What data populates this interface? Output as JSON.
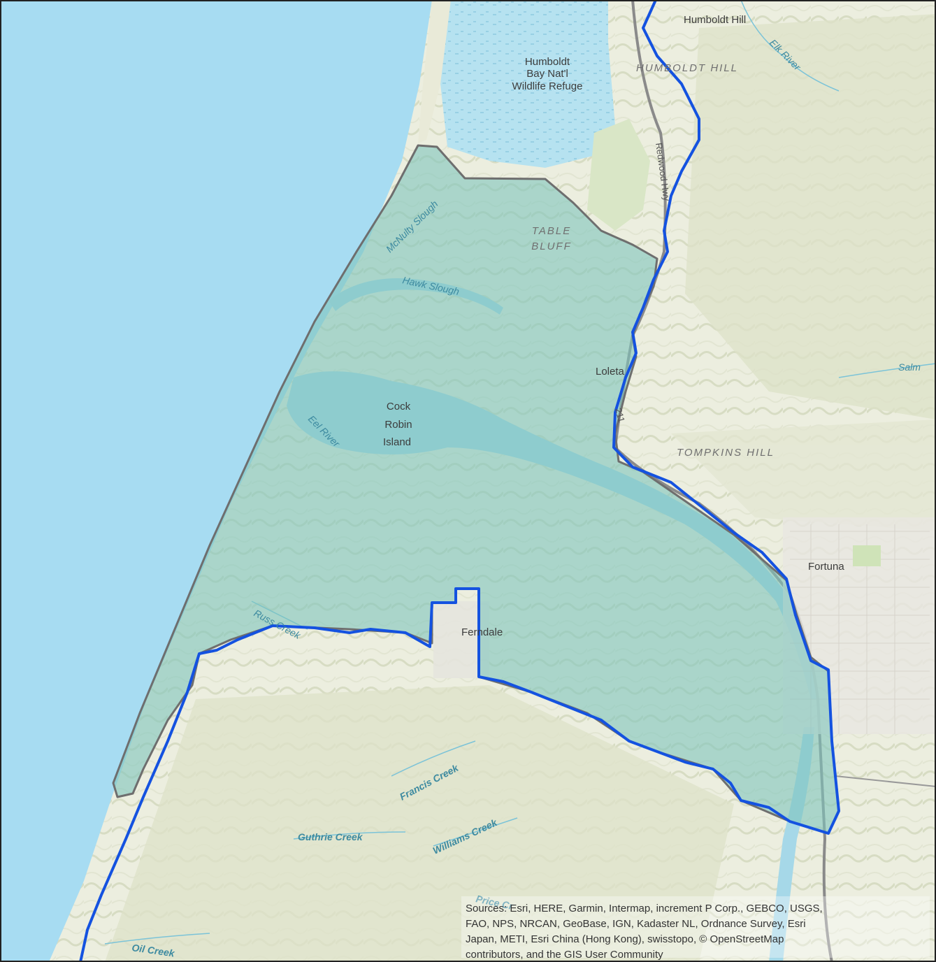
{
  "map": {
    "places": {
      "humboldt_hill_town": "Humboldt Hill",
      "refuge_line1": "Humboldt",
      "refuge_line2": "Bay Nat'l",
      "refuge_line3": "Wildlife Refuge",
      "loleta": "Loleta",
      "cock_robin_1": "Cock",
      "cock_robin_2": "Robin",
      "cock_robin_3": "Island",
      "fortuna": "Fortuna",
      "ferndale": "Ferndale"
    },
    "regions": {
      "humboldt_hill": "HUMBOLDT HILL",
      "table_bluff_1": "TABLE",
      "table_bluff_2": "BLUFF",
      "tompkins_hill": "TOMPKINS HILL"
    },
    "water": {
      "elk_river": "Elk River",
      "mcnulty_slough": "McNulty Slough",
      "hawk_slough": "Hawk Slough",
      "eel_river": "Eel River",
      "russ_creek": "Russ Creek",
      "francis_creek": "Francis Creek",
      "guthrie_creek": "Guthrie Creek",
      "williams_creek": "Williams Creek",
      "oil_creek": "Oil Creek",
      "salmon_partial": "Salm",
      "price_creek_partial": "Price Cr"
    },
    "roads": {
      "redwood_hwy": "Redwood Hwy",
      "route_211": "211"
    },
    "attribution": {
      "line1": "Sources: Esri, HERE, Garmin, Intermap, increment P Corp., GEBCO, USGS,",
      "line2": "FAO, NPS, NRCAN, GeoBase, IGN, Kadaster NL, Ordnance Survey, Esri",
      "line3": "Japan, METI, Esri China (Hong Kong), swisstopo, © OpenStreetMap",
      "line4": "contributors, and the GIS User Community"
    },
    "colors": {
      "ocean": "#a7dcf2",
      "land": "#eef0e2",
      "hills": "#dfe3cc",
      "study_area_fill": "#7fc4bd",
      "study_area_outline": "#6e6e6e",
      "blue_boundary": "#1452e0",
      "river": "#9fd6e6"
    }
  }
}
